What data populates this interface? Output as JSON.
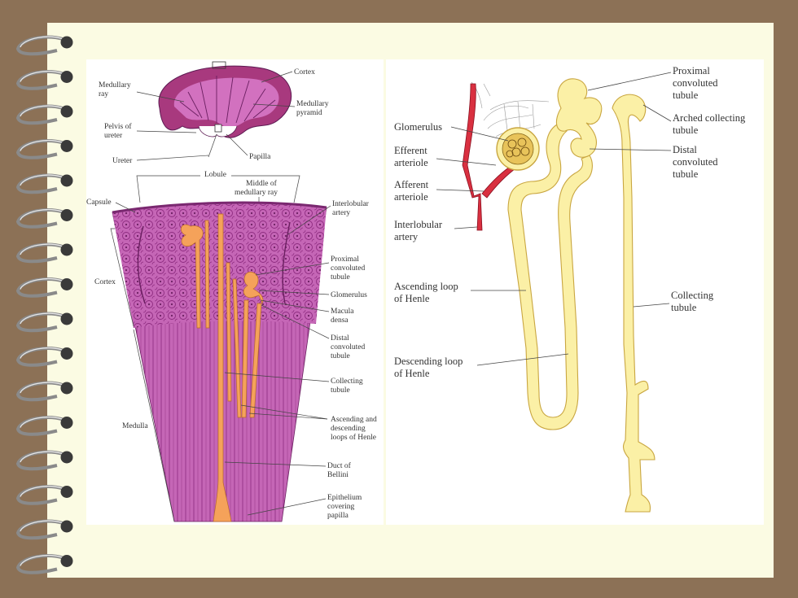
{
  "left_labels": {
    "cortex_top": "Cortex",
    "medullary_ray_1": "Medullary",
    "medullary_ray_2": "ray",
    "medullary_pyramid_1": "Medullary",
    "medullary_pyramid_2": "pyramid",
    "pelvis_1": "Pelvis of",
    "pelvis_2": "ureter",
    "ureter": "Ureter",
    "papilla": "Papilla",
    "lobule": "Lobule",
    "middle_ray_1": "Middle of",
    "middle_ray_2": "medullary ray",
    "capsule": "Capsule",
    "interlobular_artery_1": "Interlobular",
    "interlobular_artery_2": "artery",
    "proximal_1": "Proximal",
    "proximal_2": "convoluted",
    "proximal_3": "tubule",
    "cortex_side": "Cortex",
    "glomerulus": "Glomerulus",
    "macula_1": "Macula",
    "macula_2": "densa",
    "distal_1": "Distal",
    "distal_2": "convoluted",
    "distal_3": "tubule",
    "collecting_1": "Collecting",
    "collecting_2": "tubule",
    "loops_1": "Ascending and",
    "loops_2": "descending",
    "loops_3": "loops of Henle",
    "medulla": "Medulla",
    "bellini_1": "Duct of",
    "bellini_2": "Bellini",
    "epithelium_1": "Epithelium",
    "epithelium_2": "covering",
    "epithelium_3": "papilla"
  },
  "right_labels": {
    "proximal_1": "Proximal",
    "proximal_2": "convoluted",
    "proximal_3": "tubule",
    "arched_1": "Arched collecting",
    "arched_2": "tubule",
    "glomerulus": "Glomerulus",
    "efferent_1": "Efferent",
    "efferent_2": "arteriole",
    "distal_1": "Distal",
    "distal_2": "convoluted",
    "distal_3": "tubule",
    "afferent_1": "Afferent",
    "afferent_2": "arteriole",
    "interlobular_1": "Interlobular",
    "interlobular_2": "artery",
    "ascending_1": "Ascending loop",
    "ascending_2": "of Henle",
    "collecting_1": "Collecting",
    "collecting_2": "tubule",
    "descending_1": "Descending loop",
    "descending_2": "of Henle"
  },
  "colors": {
    "page_bg": "#8c7156",
    "slide_bg": "#fbfbe3",
    "tissue": "#c566b6",
    "tissue_dark": "#8d2a7f",
    "nephron_orange": "#f5a25a",
    "tubule_yellow": "#fbf0a6",
    "artery_red": "#d93040"
  }
}
